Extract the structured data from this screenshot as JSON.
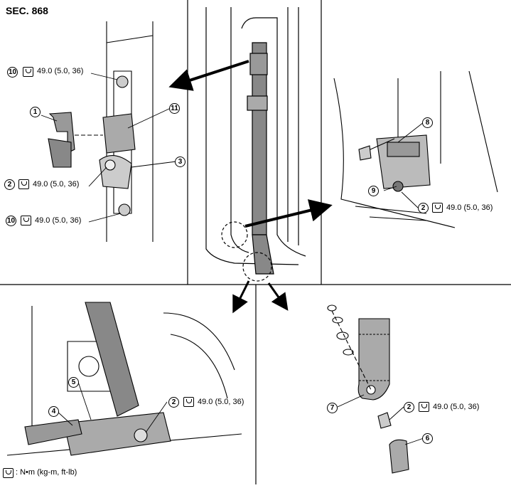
{
  "section": "SEC. 868",
  "legend": ": N•m (kg-m, ft-lb)",
  "callouts": {
    "c10a": {
      "num": "10",
      "torque": "49.0 (5.0, 36)"
    },
    "c1": {
      "num": "1"
    },
    "c11": {
      "num": "11"
    },
    "c3": {
      "num": "3"
    },
    "c2a": {
      "num": "2",
      "torque": "49.0 (5.0, 36)"
    },
    "c10b": {
      "num": "10",
      "torque": "49.0 (5.0, 36)"
    },
    "c8": {
      "num": "8"
    },
    "c9": {
      "num": "9"
    },
    "c2b": {
      "num": "2",
      "torque": "49.0 (5.0, 36)"
    },
    "c5": {
      "num": "5"
    },
    "c4": {
      "num": "4"
    },
    "c2c": {
      "num": "2",
      "torque": "49.0 (5.0, 36)"
    },
    "c7": {
      "num": "7"
    },
    "c2d": {
      "num": "2",
      "torque": "49.0 (5.0, 36)"
    },
    "c6": {
      "num": "6"
    }
  }
}
